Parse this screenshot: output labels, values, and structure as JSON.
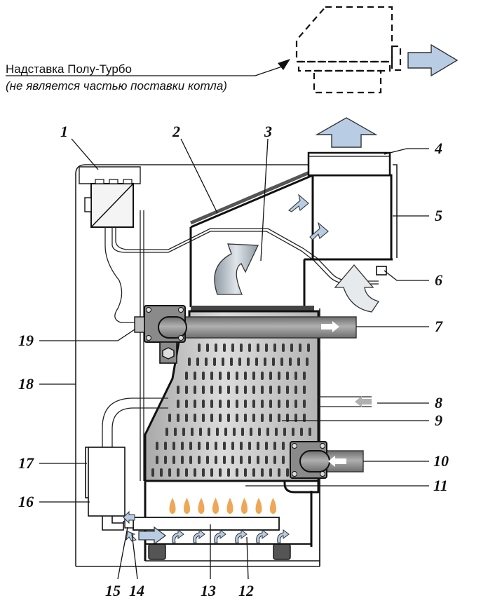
{
  "caption": {
    "line1": "Надставка Полу-Турбо",
    "line2": "(не является частью поставки котла)"
  },
  "labels": {
    "n1": "1",
    "n2": "2",
    "n3": "3",
    "n4": "4",
    "n5": "5",
    "n6": "6",
    "n7": "7",
    "n8": "8",
    "n9": "9",
    "n10": "10",
    "n11": "11",
    "n12": "12",
    "n13": "13",
    "n14": "14",
    "n15": "15",
    "n16": "16",
    "n17": "17",
    "n18": "18",
    "n19": "19"
  },
  "colors": {
    "air_arrow": "#b8cde4",
    "heat_exchanger": "#c4c4c4",
    "pipe": "#888888",
    "flange": "#8a8a8a",
    "flame": "#e88a1e"
  }
}
